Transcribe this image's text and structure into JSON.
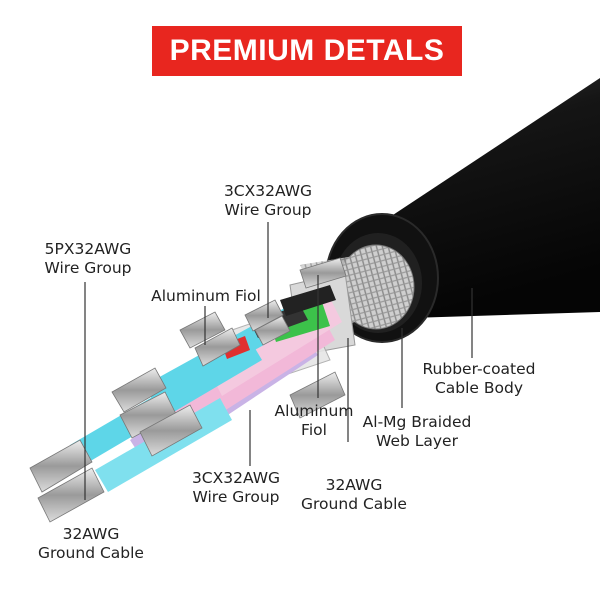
{
  "banner": {
    "title": "PREMIUM DETALS",
    "color": "#e8261f"
  },
  "labels": {
    "wire_group_top": {
      "line1": "3CX32AWG",
      "line2": "Wire Group"
    },
    "wire_group_left": {
      "line1": "5PX32AWG",
      "line2": "Wire Group"
    },
    "aluminum_foil_top": {
      "line1": "Aluminum Fiol"
    },
    "aluminum_foil_mid": {
      "line1": "Aluminum",
      "line2": "Fiol"
    },
    "rubber_body": {
      "line1": "Rubber-coated",
      "line2": "Cable Body"
    },
    "braided_layer": {
      "line1": "Al-Mg Braided",
      "line2": "Web Layer"
    },
    "wire_group_bottom": {
      "line1": "3CX32AWG",
      "line2": "Wire Group"
    },
    "ground_cable_mid": {
      "line1": "32AWG",
      "line2": "Ground Cable"
    },
    "ground_cable_left": {
      "line1": "32AWG",
      "line2": "Ground Cable"
    }
  },
  "colors": {
    "jacket": "#151515",
    "braid": "#b8b8b8",
    "cyan_insulation": "#5ed6e8",
    "pink_insulation": "#f2b8d8",
    "purple_insulation": "#c9b3e6",
    "green_wire": "#3cc24a",
    "red_wire": "#e03030",
    "copper_strand": "#c8c8c8"
  }
}
